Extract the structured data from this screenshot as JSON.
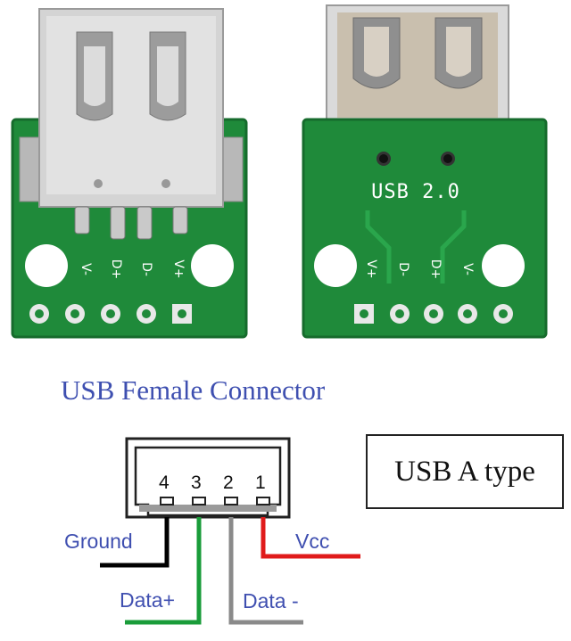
{
  "photo": {
    "left_board_pins": [
      "V-",
      "D+",
      "D-",
      "V+"
    ],
    "right_board_label": "USB 2.0",
    "right_board_pins": [
      "V+",
      "D-",
      "D+",
      "V-"
    ]
  },
  "diagram": {
    "title": "USB Female Connector",
    "type_box": "USB A type",
    "pin_numbers": [
      "4",
      "3",
      "2",
      "1"
    ],
    "wires": {
      "ground": "Ground",
      "vcc": "Vcc",
      "data_plus": "Data+",
      "data_minus": "Data -"
    },
    "colors": {
      "ground": "#000000",
      "data_plus": "#1a9c3a",
      "data_minus": "#8a8a8a",
      "vcc": "#e01b1b",
      "title": "#3e4fb0",
      "pcb": "#1f8a3a"
    }
  }
}
